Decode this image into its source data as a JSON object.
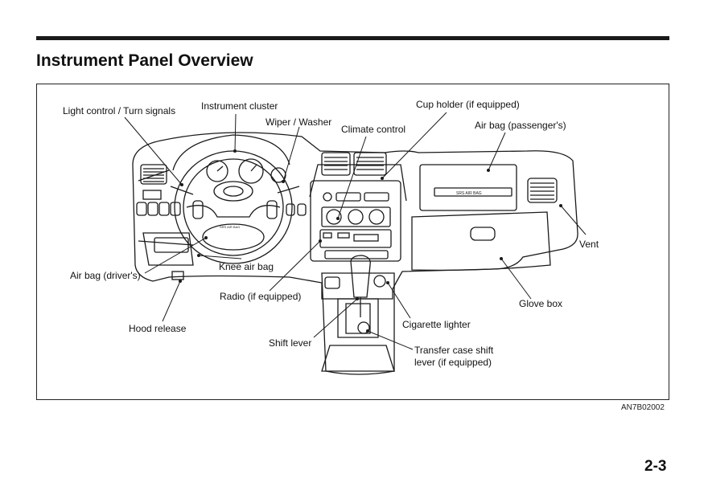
{
  "page": {
    "title": "Instrument Panel Overview",
    "figure_code": "AN7B02002",
    "page_number": "2-3"
  },
  "labels": {
    "light_control": "Light control / Turn signals",
    "instrument_cluster": "Instrument cluster",
    "wiper_washer": "Wiper / Washer",
    "climate_control": "Climate control",
    "cup_holder": "Cup holder (if equipped)",
    "airbag_passenger": "Air bag (passenger's)",
    "vent": "Vent",
    "knee_airbag": "Knee air bag",
    "airbag_driver": "Air bag (driver's)",
    "radio": "Radio (if equipped)",
    "hood_release": "Hood release",
    "glove_box": "Glove box",
    "cigarette_lighter": "Cigarette lighter",
    "shift_lever": "Shift lever",
    "transfer_case_line1": "Transfer case shift",
    "transfer_case_line2": "lever (if equipped)"
  },
  "panel_text": {
    "passenger_airbag_plate": "SRS AIR BAG",
    "steering_airbag_text": "SRS AIR BAG"
  }
}
